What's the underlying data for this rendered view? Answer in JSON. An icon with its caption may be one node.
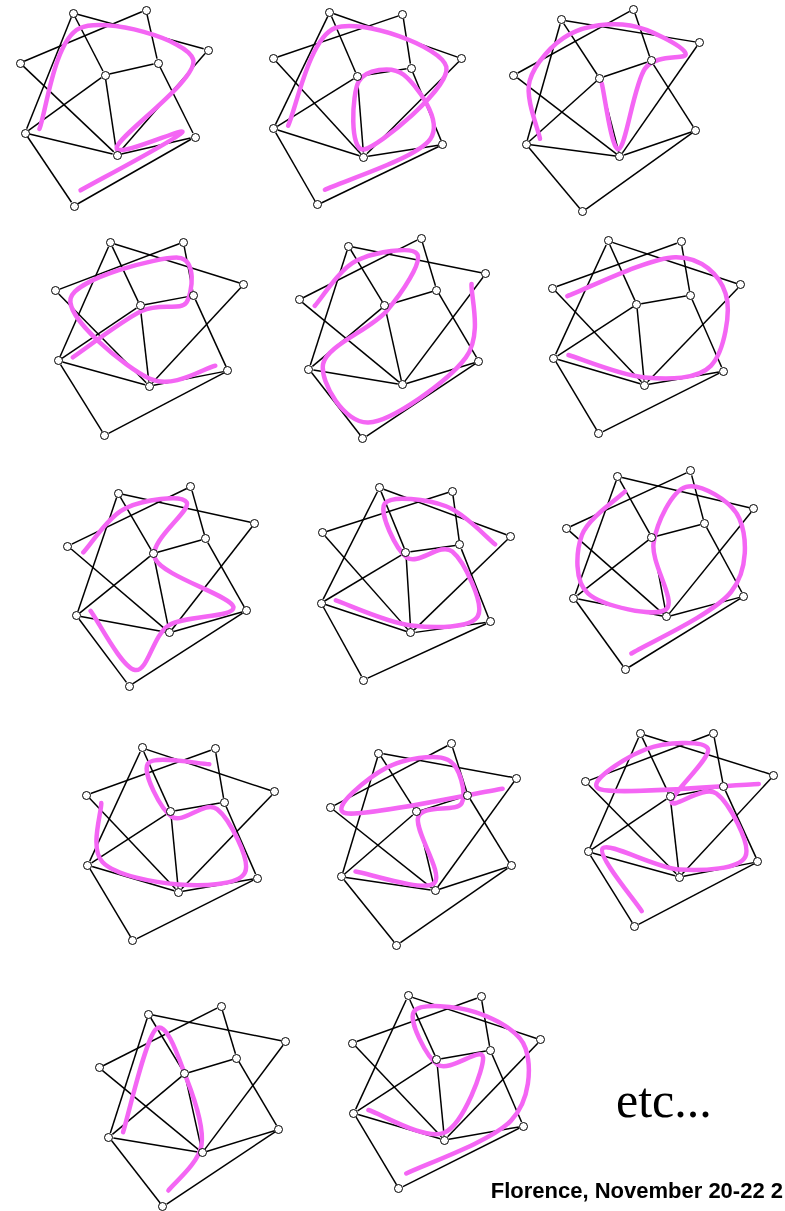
{
  "diagram": {
    "nodes": [
      {
        "text": [],
        "shape": "circle"
      },
      {
        "text": [],
        "shape": "circle"
      },
      {
        "text": [],
        "shape": "circle"
      },
      {
        "text": [],
        "shape": "circle"
      },
      {
        "text": [],
        "shape": "circle"
      },
      {
        "text": [],
        "shape": "circle"
      },
      {
        "text": [],
        "shape": "circle"
      },
      {
        "text": [],
        "shape": "circle"
      },
      {
        "text": [],
        "shape": "circle"
      },
      {
        "text": [],
        "shape": "circle"
      },
      {
        "text": [],
        "shape": "circle"
      },
      {
        "text": [],
        "shape": "circle"
      },
      {
        "text": [],
        "shape": "circle"
      },
      {
        "text": [],
        "shape": "circle"
      },
      {
        "text": [],
        "shape": "circle"
      },
      {
        "text": [],
        "shape": "circle"
      },
      {
        "text": [],
        "shape": "circle"
      },
      {
        "text": [],
        "shape": "circle"
      },
      {
        "text": [],
        "shape": "circle"
      },
      {
        "text": [],
        "shape": "circle"
      },
      {
        "text": [],
        "shape": "circle"
      },
      {
        "text": [],
        "shape": "circle"
      },
      {
        "text": [],
        "shape": "circle"
      },
      {
        "text": [],
        "shape": "circle"
      },
      {
        "text": [],
        "shape": "circle"
      },
      {
        "text": [],
        "shape": "circle"
      },
      {
        "text": [],
        "shape": "circle"
      },
      {
        "text": [],
        "shape": "circle"
      },
      {
        "text": [],
        "shape": "circle"
      },
      {
        "text": [],
        "shape": "circle"
      },
      {
        "text": [],
        "shape": "circle"
      },
      {
        "text": [],
        "shape": "circle"
      },
      {
        "text": [],
        "shape": "circle"
      },
      {
        "text": [],
        "shape": "circle"
      },
      {
        "text": [],
        "shape": "circle"
      },
      {
        "text": [],
        "shape": "circle"
      },
      {
        "text": [],
        "shape": "circle"
      },
      {
        "text": [],
        "shape": "circle"
      },
      {
        "text": [],
        "shape": "circle"
      },
      {
        "text": [],
        "shape": "circle"
      },
      {
        "text": [],
        "shape": "circle"
      },
      {
        "text": [],
        "shape": "circle"
      },
      {
        "text": [],
        "shape": "circle"
      },
      {
        "text": [],
        "shape": "circle"
      },
      {
        "text": [],
        "shape": "circle"
      },
      {
        "text": [],
        "shape": "circle"
      },
      {
        "text": [],
        "shape": "circle"
      },
      {
        "text": [],
        "shape": "circle"
      },
      {
        "text": [],
        "shape": "circle"
      },
      {
        "text": [],
        "shape": "circle"
      },
      {
        "text": [],
        "shape": "circle"
      },
      {
        "text": [],
        "shape": "circle"
      },
      {
        "text": [],
        "shape": "circle"
      },
      {
        "text": [],
        "shape": "circle"
      },
      {
        "text": [],
        "shape": "circle"
      },
      {
        "text": [],
        "shape": "circle"
      },
      {
        "text": [],
        "shape": "circle"
      },
      {
        "text": [],
        "shape": "circle"
      },
      {
        "text": [],
        "shape": "circle"
      },
      {
        "text": [],
        "shape": "circle"
      },
      {
        "text": [],
        "shape": "circle"
      },
      {
        "text": [],
        "shape": "circle"
      },
      {
        "text": [],
        "shape": "circle"
      },
      {
        "text": [],
        "shape": "circle"
      },
      {
        "text": [],
        "shape": "circle"
      },
      {
        "text": [],
        "shape": "circle"
      },
      {
        "text": [],
        "shape": "circle"
      },
      {
        "text": [],
        "shape": "circle"
      },
      {
        "text": [],
        "shape": "circle"
      },
      {
        "text": [],
        "shape": "circle"
      },
      {
        "text": [],
        "shape": "circle"
      },
      {
        "text": [],
        "shape": "circle"
      },
      {
        "text": [],
        "shape": "circle"
      },
      {
        "text": [],
        "shape": "circle"
      },
      {
        "text": [],
        "shape": "circle"
      },
      {
        "text": [],
        "shape": "circle"
      },
      {
        "text": [],
        "shape": "circle"
      },
      {
        "text": [],
        "shape": "circle"
      },
      {
        "text": [],
        "shape": "circle"
      },
      {
        "text": [],
        "shape": "circle"
      },
      {
        "text": [],
        "shape": "circle"
      },
      {
        "text": [],
        "shape": "circle"
      },
      {
        "text": [],
        "shape": "circle"
      },
      {
        "text": [],
        "shape": "circle"
      },
      {
        "text": [],
        "shape": "circle"
      },
      {
        "text": [],
        "shape": "circle"
      },
      {
        "text": [],
        "shape": "circle"
      },
      {
        "text": [],
        "shape": "circle"
      },
      {
        "text": [],
        "shape": "circle"
      },
      {
        "text": [],
        "shape": "circle"
      },
      {
        "text": [],
        "shape": "circle"
      },
      {
        "text": [],
        "shape": "circle"
      },
      {
        "text": [],
        "shape": "circle"
      },
      {
        "text": [],
        "shape": "circle"
      },
      {
        "text": [],
        "shape": "circle"
      },
      {
        "text": [],
        "shape": "circle"
      },
      {
        "text": [],
        "shape": "circle"
      },
      {
        "text": [],
        "shape": "circle"
      },
      {
        "text": [],
        "shape": "circle"
      },
      {
        "text": [],
        "shape": "circle"
      },
      {
        "text": [],
        "shape": "circle"
      },
      {
        "text": [],
        "shape": "circle"
      },
      {
        "text": [],
        "shape": "circle"
      },
      {
        "text": [],
        "shape": "circle"
      },
      {
        "text": [],
        "shape": "circle"
      },
      {
        "text": [],
        "shape": "circle"
      },
      {
        "text": [],
        "shape": "circle"
      },
      {
        "text": [],
        "shape": "circle"
      },
      {
        "text": [],
        "shape": "circle"
      },
      {
        "text": [],
        "shape": "circle"
      },
      {
        "text": [],
        "shape": "circle"
      },
      {
        "text": [],
        "shape": "circle"
      },
      {
        "text": [],
        "shape": "circle"
      },
      {
        "text": [],
        "shape": "circle"
      },
      {
        "text": [],
        "shape": "circle"
      },
      {
        "text": [],
        "shape": "circle"
      },
      {
        "text": [],
        "shape": "circle"
      },
      {
        "text": [],
        "shape": "circle"
      },
      {
        "text": [],
        "shape": "circle"
      },
      {
        "text": [],
        "shape": "circle"
      },
      {
        "text": [],
        "shape": "circle"
      },
      {
        "text": [],
        "shape": "circle"
      },
      {
        "text": [],
        "shape": "circle"
      },
      {
        "text": [],
        "shape": "circle"
      },
      {
        "text": [],
        "shape": "circle"
      },
      {
        "text": [],
        "shape": "circle"
      },
      {
        "text": [],
        "shape": "circle"
      },
      {
        "text": [],
        "shape": "circle"
      },
      {
        "text": [],
        "shape": "circle"
      },
      {
        "text": [],
        "shape": "circle"
      },
      {
        "text": [],
        "shape": "circle"
      },
      {
        "text": [],
        "shape": "circle"
      },
      {
        "text": [],
        "shape": "circle"
      },
      {
        "text": [],
        "shape": "circle"
      },
      {
        "text": [],
        "shape": "circle"
      },
      {
        "text": [],
        "shape": "circle"
      },
      {
        "text": [],
        "shape": "circle"
      },
      {
        "text": [],
        "shape": "circle"
      },
      {
        "text": [],
        "shape": "circle"
      },
      {
        "text": [],
        "shape": "circle"
      }
    ],
    "edges": [
      {
        "from": 0,
        "to": 3,
        "arrow": "none"
      },
      {
        "from": 0,
        "to": 5,
        "arrow": "none"
      },
      {
        "from": 0,
        "to": 6,
        "arrow": "none"
      },
      {
        "from": 1,
        "to": 2,
        "arrow": "none"
      },
      {
        "from": 1,
        "to": 4,
        "arrow": "none"
      },
      {
        "from": 2,
        "to": 7,
        "arrow": "none"
      },
      {
        "from": 3,
        "to": 4,
        "arrow": "none"
      },
      {
        "from": 3,
        "to": 6,
        "arrow": "none"
      },
      {
        "from": 3,
        "to": 7,
        "arrow": "none"
      },
      {
        "from": 4,
        "to": 8,
        "arrow": "none"
      },
      {
        "from": 5,
        "to": 7,
        "arrow": "none"
      },
      {
        "from": 6,
        "to": 7,
        "arrow": "none"
      },
      {
        "from": 6,
        "to": 9,
        "arrow": "none"
      },
      {
        "from": 7,
        "to": 8,
        "arrow": "none"
      },
      {
        "from": 8,
        "to": 9,
        "arrow": "none"
      },
      {
        "from": 10,
        "to": 13,
        "arrow": "none"
      },
      {
        "from": 10,
        "to": 15,
        "arrow": "none"
      },
      {
        "from": 10,
        "to": 16,
        "arrow": "none"
      },
      {
        "from": 11,
        "to": 12,
        "arrow": "none"
      },
      {
        "from": 11,
        "to": 14,
        "arrow": "none"
      },
      {
        "from": 12,
        "to": 17,
        "arrow": "none"
      },
      {
        "from": 13,
        "to": 14,
        "arrow": "none"
      },
      {
        "from": 13,
        "to": 16,
        "arrow": "none"
      },
      {
        "from": 13,
        "to": 17,
        "arrow": "none"
      },
      {
        "from": 14,
        "to": 18,
        "arrow": "none"
      },
      {
        "from": 15,
        "to": 17,
        "arrow": "none"
      },
      {
        "from": 16,
        "to": 17,
        "arrow": "none"
      },
      {
        "from": 16,
        "to": 19,
        "arrow": "none"
      },
      {
        "from": 17,
        "to": 18,
        "arrow": "none"
      },
      {
        "from": 18,
        "to": 19,
        "arrow": "none"
      },
      {
        "from": 20,
        "to": 23,
        "arrow": "none"
      },
      {
        "from": 20,
        "to": 25,
        "arrow": "none"
      },
      {
        "from": 20,
        "to": 26,
        "arrow": "none"
      },
      {
        "from": 21,
        "to": 22,
        "arrow": "none"
      },
      {
        "from": 21,
        "to": 24,
        "arrow": "none"
      },
      {
        "from": 22,
        "to": 27,
        "arrow": "none"
      },
      {
        "from": 23,
        "to": 24,
        "arrow": "none"
      },
      {
        "from": 23,
        "to": 26,
        "arrow": "none"
      },
      {
        "from": 23,
        "to": 27,
        "arrow": "none"
      },
      {
        "from": 24,
        "to": 28,
        "arrow": "none"
      },
      {
        "from": 25,
        "to": 27,
        "arrow": "none"
      },
      {
        "from": 26,
        "to": 27,
        "arrow": "none"
      },
      {
        "from": 26,
        "to": 29,
        "arrow": "none"
      },
      {
        "from": 27,
        "to": 28,
        "arrow": "none"
      },
      {
        "from": 28,
        "to": 29,
        "arrow": "none"
      },
      {
        "from": 30,
        "to": 33,
        "arrow": "none"
      },
      {
        "from": 30,
        "to": 35,
        "arrow": "none"
      },
      {
        "from": 30,
        "to": 36,
        "arrow": "none"
      },
      {
        "from": 31,
        "to": 32,
        "arrow": "none"
      },
      {
        "from": 31,
        "to": 34,
        "arrow": "none"
      },
      {
        "from": 32,
        "to": 37,
        "arrow": "none"
      },
      {
        "from": 33,
        "to": 34,
        "arrow": "none"
      },
      {
        "from": 33,
        "to": 36,
        "arrow": "none"
      },
      {
        "from": 33,
        "to": 37,
        "arrow": "none"
      },
      {
        "from": 34,
        "to": 38,
        "arrow": "none"
      },
      {
        "from": 35,
        "to": 37,
        "arrow": "none"
      },
      {
        "from": 36,
        "to": 37,
        "arrow": "none"
      },
      {
        "from": 36,
        "to": 39,
        "arrow": "none"
      },
      {
        "from": 37,
        "to": 38,
        "arrow": "none"
      },
      {
        "from": 38,
        "to": 39,
        "arrow": "none"
      },
      {
        "from": 40,
        "to": 43,
        "arrow": "none"
      },
      {
        "from": 40,
        "to": 45,
        "arrow": "none"
      },
      {
        "from": 40,
        "to": 46,
        "arrow": "none"
      },
      {
        "from": 41,
        "to": 42,
        "arrow": "none"
      },
      {
        "from": 41,
        "to": 44,
        "arrow": "none"
      },
      {
        "from": 42,
        "to": 47,
        "arrow": "none"
      },
      {
        "from": 43,
        "to": 44,
        "arrow": "none"
      },
      {
        "from": 43,
        "to": 46,
        "arrow": "none"
      },
      {
        "from": 43,
        "to": 47,
        "arrow": "none"
      },
      {
        "from": 44,
        "to": 48,
        "arrow": "none"
      },
      {
        "from": 45,
        "to": 47,
        "arrow": "none"
      },
      {
        "from": 46,
        "to": 47,
        "arrow": "none"
      },
      {
        "from": 46,
        "to": 49,
        "arrow": "none"
      },
      {
        "from": 47,
        "to": 48,
        "arrow": "none"
      },
      {
        "from": 48,
        "to": 49,
        "arrow": "none"
      },
      {
        "from": 50,
        "to": 53,
        "arrow": "none"
      },
      {
        "from": 50,
        "to": 55,
        "arrow": "none"
      },
      {
        "from": 50,
        "to": 56,
        "arrow": "none"
      },
      {
        "from": 51,
        "to": 52,
        "arrow": "none"
      },
      {
        "from": 51,
        "to": 54,
        "arrow": "none"
      },
      {
        "from": 52,
        "to": 57,
        "arrow": "none"
      },
      {
        "from": 53,
        "to": 54,
        "arrow": "none"
      },
      {
        "from": 53,
        "to": 56,
        "arrow": "none"
      },
      {
        "from": 53,
        "to": 57,
        "arrow": "none"
      },
      {
        "from": 54,
        "to": 58,
        "arrow": "none"
      },
      {
        "from": 55,
        "to": 57,
        "arrow": "none"
      },
      {
        "from": 56,
        "to": 57,
        "arrow": "none"
      },
      {
        "from": 56,
        "to": 59,
        "arrow": "none"
      },
      {
        "from": 57,
        "to": 58,
        "arrow": "none"
      },
      {
        "from": 58,
        "to": 59,
        "arrow": "none"
      },
      {
        "from": 60,
        "to": 63,
        "arrow": "none"
      },
      {
        "from": 60,
        "to": 65,
        "arrow": "none"
      },
      {
        "from": 60,
        "to": 66,
        "arrow": "none"
      },
      {
        "from": 61,
        "to": 62,
        "arrow": "none"
      },
      {
        "from": 61,
        "to": 64,
        "arrow": "none"
      },
      {
        "from": 62,
        "to": 67,
        "arrow": "none"
      },
      {
        "from": 63,
        "to": 64,
        "arrow": "none"
      },
      {
        "from": 63,
        "to": 66,
        "arrow": "none"
      },
      {
        "from": 63,
        "to": 67,
        "arrow": "none"
      },
      {
        "from": 64,
        "to": 68,
        "arrow": "none"
      },
      {
        "from": 65,
        "to": 67,
        "arrow": "none"
      },
      {
        "from": 66,
        "to": 67,
        "arrow": "none"
      },
      {
        "from": 66,
        "to": 69,
        "arrow": "none"
      },
      {
        "from": 67,
        "to": 68,
        "arrow": "none"
      },
      {
        "from": 68,
        "to": 69,
        "arrow": "none"
      },
      {
        "from": 70,
        "to": 73,
        "arrow": "none"
      },
      {
        "from": 70,
        "to": 75,
        "arrow": "none"
      },
      {
        "from": 70,
        "to": 76,
        "arrow": "none"
      },
      {
        "from": 71,
        "to": 72,
        "arrow": "none"
      },
      {
        "from": 71,
        "to": 74,
        "arrow": "none"
      },
      {
        "from": 72,
        "to": 77,
        "arrow": "none"
      },
      {
        "from": 73,
        "to": 74,
        "arrow": "none"
      },
      {
        "from": 73,
        "to": 76,
        "arrow": "none"
      },
      {
        "from": 73,
        "to": 77,
        "arrow": "none"
      },
      {
        "from": 74,
        "to": 78,
        "arrow": "none"
      },
      {
        "from": 75,
        "to": 77,
        "arrow": "none"
      },
      {
        "from": 76,
        "to": 77,
        "arrow": "none"
      },
      {
        "from": 76,
        "to": 79,
        "arrow": "none"
      },
      {
        "from": 77,
        "to": 78,
        "arrow": "none"
      },
      {
        "from": 78,
        "to": 79,
        "arrow": "none"
      },
      {
        "from": 80,
        "to": 83,
        "arrow": "none"
      },
      {
        "from": 80,
        "to": 85,
        "arrow": "none"
      },
      {
        "from": 80,
        "to": 86,
        "arrow": "none"
      },
      {
        "from": 81,
        "to": 82,
        "arrow": "none"
      },
      {
        "from": 81,
        "to": 84,
        "arrow": "none"
      },
      {
        "from": 82,
        "to": 87,
        "arrow": "none"
      },
      {
        "from": 83,
        "to": 84,
        "arrow": "none"
      },
      {
        "from": 83,
        "to": 86,
        "arrow": "none"
      },
      {
        "from": 83,
        "to": 87,
        "arrow": "none"
      },
      {
        "from": 84,
        "to": 88,
        "arrow": "none"
      },
      {
        "from": 85,
        "to": 87,
        "arrow": "none"
      },
      {
        "from": 86,
        "to": 87,
        "arrow": "none"
      },
      {
        "from": 86,
        "to": 89,
        "arrow": "none"
      },
      {
        "from": 87,
        "to": 88,
        "arrow": "none"
      },
      {
        "from": 88,
        "to": 89,
        "arrow": "none"
      },
      {
        "from": 90,
        "to": 93,
        "arrow": "none"
      },
      {
        "from": 90,
        "to": 95,
        "arrow": "none"
      },
      {
        "from": 90,
        "to": 96,
        "arrow": "none"
      },
      {
        "from": 91,
        "to": 92,
        "arrow": "none"
      },
      {
        "from": 91,
        "to": 94,
        "arrow": "none"
      },
      {
        "from": 92,
        "to": 97,
        "arrow": "none"
      },
      {
        "from": 93,
        "to": 94,
        "arrow": "none"
      },
      {
        "from": 93,
        "to": 96,
        "arrow": "none"
      },
      {
        "from": 93,
        "to": 97,
        "arrow": "none"
      },
      {
        "from": 94,
        "to": 98,
        "arrow": "none"
      },
      {
        "from": 95,
        "to": 97,
        "arrow": "none"
      },
      {
        "from": 96,
        "to": 97,
        "arrow": "none"
      },
      {
        "from": 96,
        "to": 99,
        "arrow": "none"
      },
      {
        "from": 97,
        "to": 98,
        "arrow": "none"
      },
      {
        "from": 98,
        "to": 99,
        "arrow": "none"
      },
      {
        "from": 100,
        "to": 103,
        "arrow": "none"
      },
      {
        "from": 100,
        "to": 105,
        "arrow": "none"
      },
      {
        "from": 100,
        "to": 106,
        "arrow": "none"
      },
      {
        "from": 101,
        "to": 102,
        "arrow": "none"
      },
      {
        "from": 101,
        "to": 104,
        "arrow": "none"
      },
      {
        "from": 102,
        "to": 107,
        "arrow": "none"
      },
      {
        "from": 103,
        "to": 104,
        "arrow": "none"
      },
      {
        "from": 103,
        "to": 106,
        "arrow": "none"
      },
      {
        "from": 103,
        "to": 107,
        "arrow": "none"
      },
      {
        "from": 104,
        "to": 108,
        "arrow": "none"
      },
      {
        "from": 105,
        "to": 107,
        "arrow": "none"
      },
      {
        "from": 106,
        "to": 107,
        "arrow": "none"
      },
      {
        "from": 106,
        "to": 109,
        "arrow": "none"
      },
      {
        "from": 107,
        "to": 108,
        "arrow": "none"
      },
      {
        "from": 108,
        "to": 109,
        "arrow": "none"
      },
      {
        "from": 110,
        "to": 113,
        "arrow": "none"
      },
      {
        "from": 110,
        "to": 115,
        "arrow": "none"
      },
      {
        "from": 110,
        "to": 116,
        "arrow": "none"
      },
      {
        "from": 111,
        "to": 112,
        "arrow": "none"
      },
      {
        "from": 111,
        "to": 114,
        "arrow": "none"
      },
      {
        "from": 112,
        "to": 117,
        "arrow": "none"
      },
      {
        "from": 113,
        "to": 114,
        "arrow": "none"
      },
      {
        "from": 113,
        "to": 116,
        "arrow": "none"
      },
      {
        "from": 113,
        "to": 117,
        "arrow": "none"
      },
      {
        "from": 114,
        "to": 118,
        "arrow": "none"
      },
      {
        "from": 115,
        "to": 117,
        "arrow": "none"
      },
      {
        "from": 116,
        "to": 117,
        "arrow": "none"
      },
      {
        "from": 116,
        "to": 119,
        "arrow": "none"
      },
      {
        "from": 117,
        "to": 118,
        "arrow": "none"
      },
      {
        "from": 118,
        "to": 119,
        "arrow": "none"
      },
      {
        "from": 120,
        "to": 123,
        "arrow": "none"
      },
      {
        "from": 120,
        "to": 125,
        "arrow": "none"
      },
      {
        "from": 120,
        "to": 126,
        "arrow": "none"
      },
      {
        "from": 121,
        "to": 122,
        "arrow": "none"
      },
      {
        "from": 121,
        "to": 124,
        "arrow": "none"
      },
      {
        "from": 122,
        "to": 127,
        "arrow": "none"
      },
      {
        "from": 123,
        "to": 124,
        "arrow": "none"
      },
      {
        "from": 123,
        "to": 126,
        "arrow": "none"
      },
      {
        "from": 123,
        "to": 127,
        "arrow": "none"
      },
      {
        "from": 124,
        "to": 128,
        "arrow": "none"
      },
      {
        "from": 125,
        "to": 127,
        "arrow": "none"
      },
      {
        "from": 126,
        "to": 127,
        "arrow": "none"
      },
      {
        "from": 126,
        "to": 129,
        "arrow": "none"
      },
      {
        "from": 127,
        "to": 128,
        "arrow": "none"
      },
      {
        "from": 128,
        "to": 129,
        "arrow": "none"
      },
      {
        "from": 130,
        "to": 133,
        "arrow": "none"
      },
      {
        "from": 130,
        "to": 135,
        "arrow": "none"
      },
      {
        "from": 130,
        "to": 136,
        "arrow": "none"
      },
      {
        "from": 131,
        "to": 132,
        "arrow": "none"
      },
      {
        "from": 131,
        "to": 134,
        "arrow": "none"
      },
      {
        "from": 132,
        "to": 137,
        "arrow": "none"
      },
      {
        "from": 133,
        "to": 134,
        "arrow": "none"
      },
      {
        "from": 133,
        "to": 136,
        "arrow": "none"
      },
      {
        "from": 133,
        "to": 137,
        "arrow": "none"
      },
      {
        "from": 134,
        "to": 138,
        "arrow": "none"
      },
      {
        "from": 135,
        "to": 137,
        "arrow": "none"
      },
      {
        "from": 136,
        "to": 137,
        "arrow": "none"
      },
      {
        "from": 136,
        "to": 139,
        "arrow": "none"
      },
      {
        "from": 137,
        "to": 138,
        "arrow": "none"
      },
      {
        "from": 138,
        "to": 139,
        "arrow": "none"
      }
    ],
    "labels": [
      "etc...",
      "Florence, November 20-22 2"
    ]
  }
}
